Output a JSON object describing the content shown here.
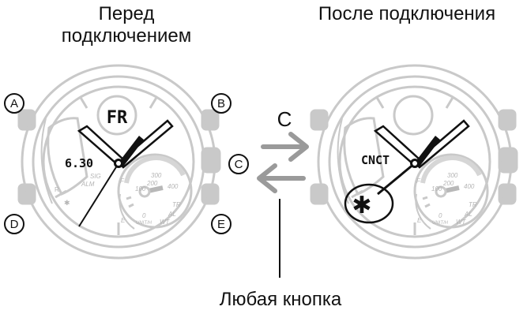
{
  "before": {
    "title_line1": "Перед",
    "title_line2": "подключением",
    "top_window": "FR",
    "digital": "6.30",
    "labels": {
      "sig": "SIG",
      "alm": "ALM",
      "r": "R"
    }
  },
  "after": {
    "title": "После подключения",
    "digital": "CNCT",
    "bluetooth_symbol": "✱"
  },
  "buttons": {
    "a": "A",
    "b": "B",
    "c": "C",
    "d": "D",
    "e": "E"
  },
  "subdial": {
    "n100": "100",
    "n200": "200",
    "n300": "300",
    "n400": "400",
    "zero": "0",
    "unit": "UNIT/H",
    "f": "F",
    "e": "E",
    "tr": "TR",
    "al": "AL",
    "wt": "WT"
  },
  "operation": {
    "key_letter": "C",
    "caption": "Любая кнопка"
  },
  "colors": {
    "line": "#c9c9c9",
    "ink": "#111111",
    "arrow": "#9a9a9a"
  }
}
